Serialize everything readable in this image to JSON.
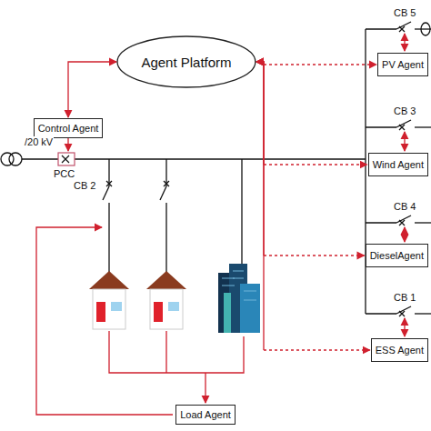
{
  "diagram": {
    "nodes": [
      {
        "text": [
          "Agent Platform"
        ]
      },
      {
        "text": [
          "Control Agent"
        ]
      },
      {
        "text": [
          "PV Agent"
        ]
      },
      {
        "text": [
          "Wind Agent"
        ]
      },
      {
        "text": [
          "DieselAgent"
        ]
      },
      {
        "text": [
          "ESS Agent"
        ]
      },
      {
        "text": [
          "Load Agent"
        ]
      }
    ],
    "edges": [
      {
        "from": 0,
        "to": 1,
        "arrow": "both"
      },
      {
        "from": 0,
        "to": 2,
        "arrow": "both"
      },
      {
        "from": 0,
        "to": 3,
        "arrow": "both"
      },
      {
        "from": 0,
        "to": 4,
        "arrow": "both"
      },
      {
        "from": 0,
        "to": 5,
        "arrow": "both"
      }
    ],
    "labels": [
      "/20 kV",
      "PCC",
      "CB 2",
      "CB 5",
      "CB 3",
      "CB 4",
      "CB 1"
    ]
  }
}
